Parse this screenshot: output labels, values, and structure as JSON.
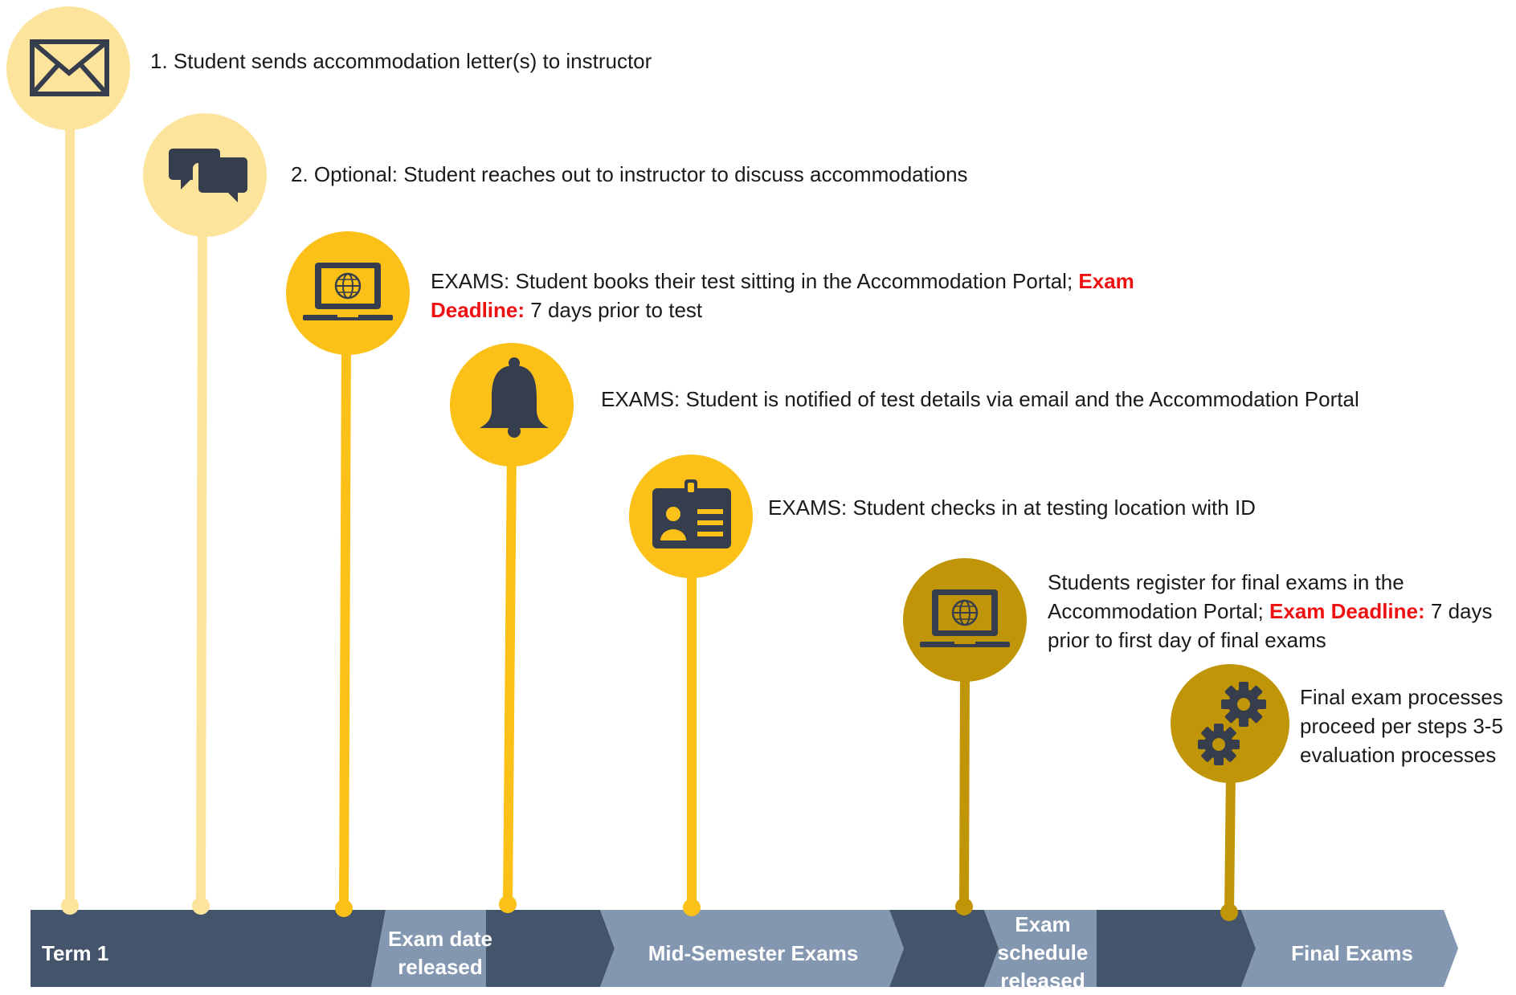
{
  "colors": {
    "pale": "#fce49c",
    "gold": "#fbc118",
    "dark_gold": "#c09507",
    "icon": "#363d4d",
    "band_dark": "#44546a",
    "band_light": "#8497b0",
    "highlight": "#ee1111"
  },
  "steps": [
    {
      "icon": "envelope-icon",
      "text": "1. Student sends accommodation letter(s) to instructor"
    },
    {
      "icon": "chat-bubbles-icon",
      "text": "2. Optional: Student reaches out to instructor to discuss accommodations"
    },
    {
      "icon": "laptop-globe-icon",
      "text_pre": "EXAMS: Student books their test sitting in the Accommodation Portal; ",
      "highlight": "Exam Deadline:",
      "text_post": " 7 days prior to test"
    },
    {
      "icon": "bell-icon",
      "text": "EXAMS: Student is notified of test details via email and the Accommodation Portal"
    },
    {
      "icon": "id-badge-icon",
      "text": "EXAMS: Student checks in at testing location with ID"
    },
    {
      "icon": "laptop-globe-icon",
      "text_pre": "Students register for final exams in the Accommodation Portal; ",
      "highlight": "Exam Deadline:",
      "text_post": " 7 days prior to first day of final exams"
    },
    {
      "icon": "gears-icon",
      "text": "Final exam processes proceed per steps 3-5 evaluation processes"
    }
  ],
  "timeline": {
    "term": "Term 1",
    "exam_date": "Exam date released",
    "mid": "Mid-Semester Exams",
    "schedule": "Exam schedule released",
    "final": "Final Exams"
  }
}
